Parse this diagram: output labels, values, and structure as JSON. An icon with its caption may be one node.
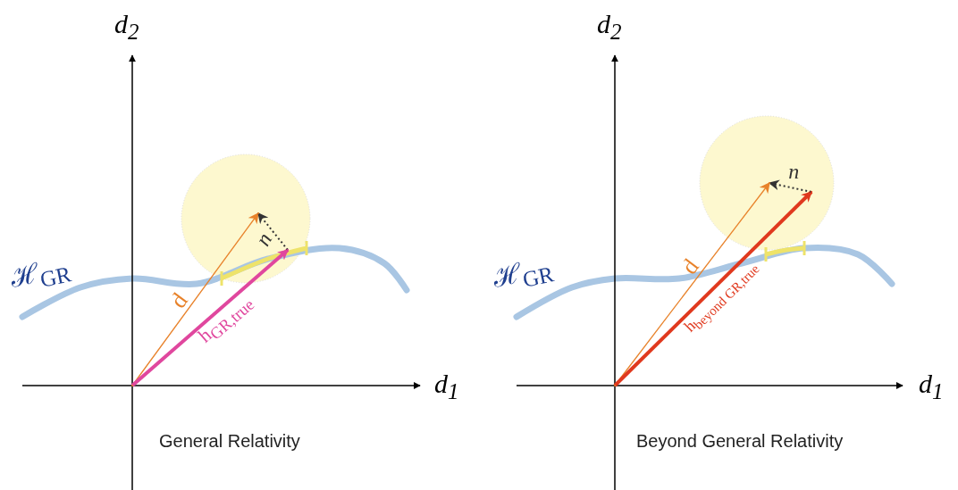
{
  "diagram": {
    "nodes": [
      {
        "text": [],
        "shape": "point"
      },
      {
        "text": [],
        "shape": "point"
      },
      {
        "text": [],
        "shape": "point"
      },
      {
        "text": [],
        "shape": "point"
      },
      {
        "text": [],
        "shape": "point"
      },
      {
        "text": [],
        "shape": "point"
      }
    ],
    "edges": [
      {
        "from": 0,
        "to": 1,
        "arrow": "to",
        "label": "d",
        "color": "#e8822a"
      },
      {
        "from": 0,
        "to": 2,
        "arrow": "to",
        "label": "h$_{GR,true}$",
        "style": "thick",
        "color": "#e0479e"
      },
      {
        "from": 2,
        "to": 1,
        "arrow": "to",
        "label": "n",
        "style": "dashed",
        "color": "#333333"
      },
      {
        "from": 3,
        "to": 4,
        "arrow": "to",
        "label": "d",
        "color": "#e8822a"
      },
      {
        "from": 3,
        "to": 5,
        "arrow": "to",
        "label": "h$_{beyond GR,true}$",
        "style": "thick",
        "color": "#e0391e"
      },
      {
        "from": 5,
        "to": 4,
        "arrow": "to",
        "label": "n",
        "style": "dashed",
        "color": "#333333"
      }
    ],
    "labels": [
      "d$_{2}$",
      "d$_{2}$",
      "ℋ$_{GR}$",
      "ℋ$_{GR}$",
      "d$_{1}$",
      "d$_{1}$",
      "General Relativity",
      "Beyond General Relativity"
    ]
  }
}
